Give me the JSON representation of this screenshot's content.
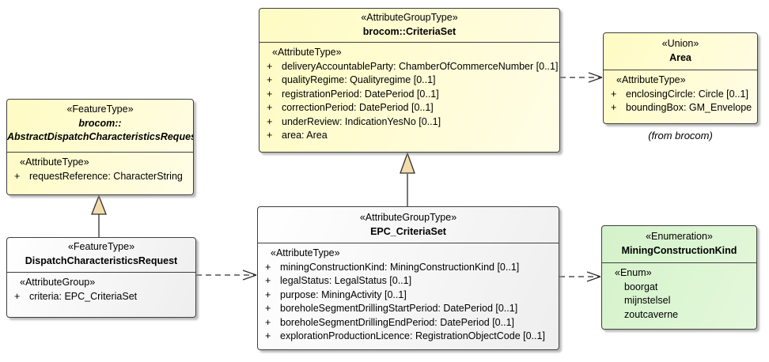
{
  "boxes": {
    "criteria_set": {
      "stereotype": "«AttributeGroupType»",
      "name": "brocom::CriteriaSet",
      "section_label": "«AttributeType»",
      "attributes": [
        {
          "vis": "+",
          "text": "deliveryAccountableParty: ChamberOfCommerceNumber [0..1]"
        },
        {
          "vis": "+",
          "text": "qualityRegime: Qualityregime [0..1]"
        },
        {
          "vis": "+",
          "text": "registrationPeriod: DatePeriod [0..1]"
        },
        {
          "vis": "+",
          "text": "correctionPeriod: DatePeriod [0..1]"
        },
        {
          "vis": "+",
          "text": "underReview: IndicationYesNo [0..1]"
        },
        {
          "vis": "+",
          "text": "area: Area"
        }
      ]
    },
    "area": {
      "stereotype": "«Union»",
      "name": "Area",
      "section_label": "«AttributeType»",
      "attributes": [
        {
          "vis": "+",
          "text": "enclosingCircle: Circle [0..1]"
        },
        {
          "vis": "+",
          "text": "boundingBox: GM_Envelope"
        }
      ],
      "caption": "(from brocom)"
    },
    "abstract_request": {
      "stereotype": "«FeatureType»",
      "name_line1": "brocom::",
      "name_line2": "AbstractDispatchCharacteristicsRequest",
      "section_label": "«AttributeType»",
      "attributes": [
        {
          "vis": "+",
          "text": "requestReference: CharacterString"
        }
      ]
    },
    "dispatch_request": {
      "stereotype": "«FeatureType»",
      "name": "DispatchCharacteristicsRequest",
      "section_label": "«AttributeGroup»",
      "attributes": [
        {
          "vis": "+",
          "text": "criteria: EPC_CriteriaSet"
        }
      ]
    },
    "epc_criteria_set": {
      "stereotype": "«AttributeGroupType»",
      "name": "EPC_CriteriaSet",
      "section_label": "«AttributeType»",
      "attributes": [
        {
          "vis": "+",
          "text": "miningConstructionKind: MiningConstructionKind [0..1]"
        },
        {
          "vis": "+",
          "text": "legalStatus: LegalStatus [0..1]"
        },
        {
          "vis": "+",
          "text": "purpose: MiningActivity [0..1]"
        },
        {
          "vis": "+",
          "text": "boreholeSegmentDrillingStartPeriod: DatePeriod [0..1]"
        },
        {
          "vis": "+",
          "text": "boreholeSegmentDrillingEndPeriod: DatePeriod [0..1]"
        },
        {
          "vis": "+",
          "text": "explorationProductionLicence: RegistrationObjectCode [0..1]"
        }
      ]
    },
    "mining_construction_kind": {
      "stereotype": "«Enumeration»",
      "name": "MiningConstructionKind",
      "section_label": "«Enum»",
      "attributes": [
        {
          "vis": "",
          "text": "boorgat"
        },
        {
          "vis": "",
          "text": "mijnstelsel"
        },
        {
          "vis": "",
          "text": "zoutcaverne"
        }
      ]
    }
  },
  "colors": {
    "feature_type_fill": "#fffcd5",
    "plain_class_fill": "#f5f5f5",
    "enumeration_fill": "#dbf4d2",
    "border": "#3f3f3f",
    "generalization_triangle_fill": "#f3dcab",
    "background": "#ffffff"
  }
}
